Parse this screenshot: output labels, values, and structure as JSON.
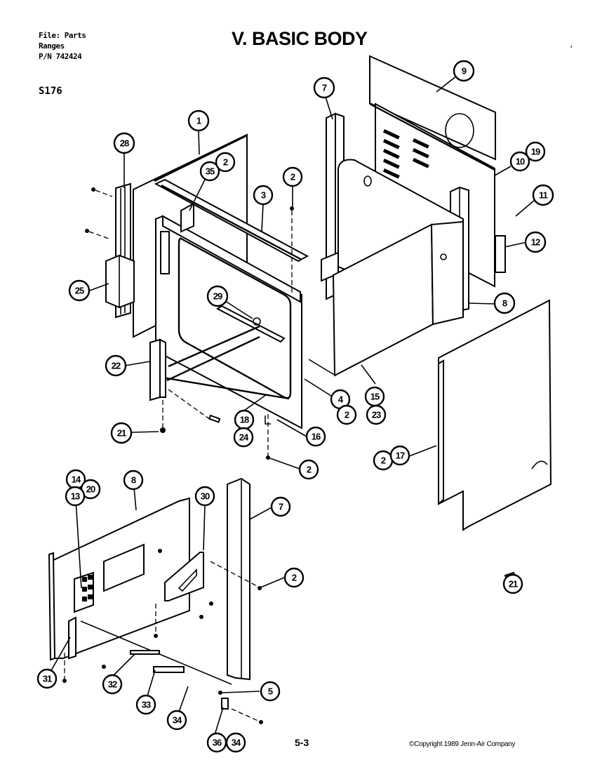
{
  "header": {
    "file_line": "File: Parts",
    "category_line": "Ranges",
    "part_number_line": "P/N 742424",
    "model": "S176"
  },
  "title": "V. BASIC BODY",
  "corner_mark": "⁴",
  "footer": {
    "page_number": "5-3",
    "copyright": "©Copyright 1989 Jenn-Air Company"
  },
  "callouts": [
    {
      "id": "c1",
      "label": "1"
    },
    {
      "id": "c28",
      "label": "28"
    },
    {
      "id": "c35",
      "label": "35"
    },
    {
      "id": "c2a",
      "label": "2"
    },
    {
      "id": "c2b",
      "label": "2"
    },
    {
      "id": "c3",
      "label": "3"
    },
    {
      "id": "c7a",
      "label": "7"
    },
    {
      "id": "c9",
      "label": "9"
    },
    {
      "id": "c10",
      "label": "10"
    },
    {
      "id": "c19",
      "label": "19"
    },
    {
      "id": "c11",
      "label": "11"
    },
    {
      "id": "c12",
      "label": "12"
    },
    {
      "id": "c8a",
      "label": "8"
    },
    {
      "id": "c25",
      "label": "25"
    },
    {
      "id": "c29",
      "label": "29"
    },
    {
      "id": "c22",
      "label": "22"
    },
    {
      "id": "c4",
      "label": "4"
    },
    {
      "id": "c2c",
      "label": "2"
    },
    {
      "id": "c15",
      "label": "15"
    },
    {
      "id": "c23",
      "label": "23"
    },
    {
      "id": "c18",
      "label": "18"
    },
    {
      "id": "c24",
      "label": "24"
    },
    {
      "id": "c16",
      "label": "16"
    },
    {
      "id": "c21a",
      "label": "21"
    },
    {
      "id": "c2d",
      "label": "2"
    },
    {
      "id": "c2e",
      "label": "2"
    },
    {
      "id": "c17",
      "label": "17"
    },
    {
      "id": "c14",
      "label": "14"
    },
    {
      "id": "c20",
      "label": "20"
    },
    {
      "id": "c13",
      "label": "13"
    },
    {
      "id": "c8b",
      "label": "8"
    },
    {
      "id": "c30",
      "label": "30"
    },
    {
      "id": "c7b",
      "label": "7"
    },
    {
      "id": "c2f",
      "label": "2"
    },
    {
      "id": "c21b",
      "label": "21"
    },
    {
      "id": "c31",
      "label": "31"
    },
    {
      "id": "c32",
      "label": "32"
    },
    {
      "id": "c33",
      "label": "33"
    },
    {
      "id": "c5",
      "label": "5"
    },
    {
      "id": "c34a",
      "label": "34"
    },
    {
      "id": "c36",
      "label": "36"
    },
    {
      "id": "c34b",
      "label": "34"
    }
  ]
}
